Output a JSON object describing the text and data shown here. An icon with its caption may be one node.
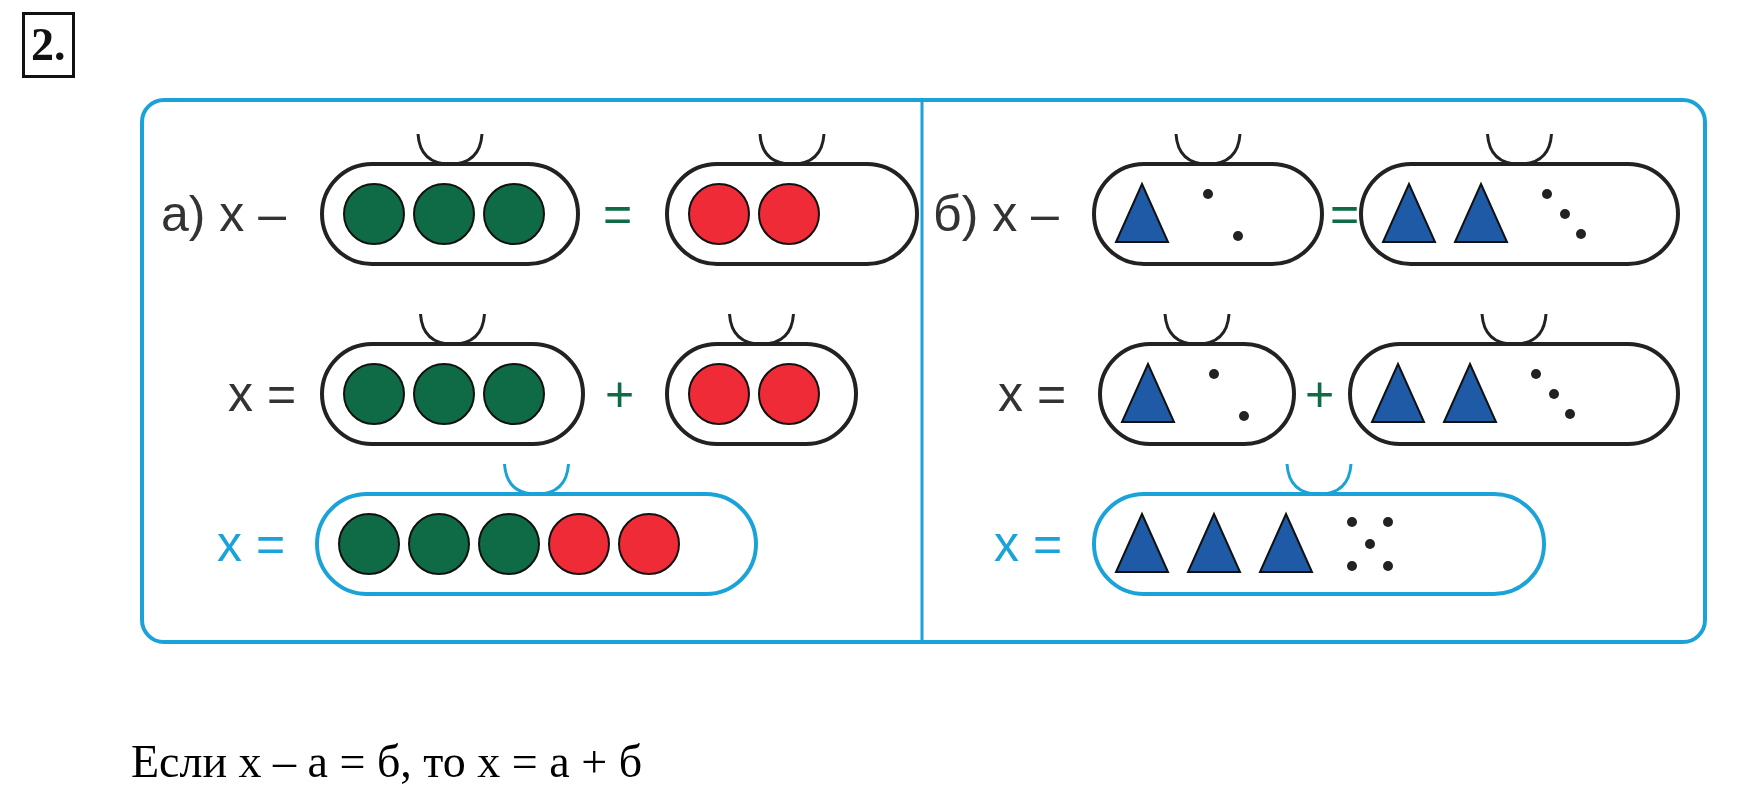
{
  "diagram": {
    "caption": "Если х – а = б, то х = а + б",
    "labels": [
      "2.",
      "а) х –",
      "=",
      "б) х –",
      "=",
      "х =",
      "+",
      "х =",
      "+",
      "х =",
      "х ="
    ]
  }
}
